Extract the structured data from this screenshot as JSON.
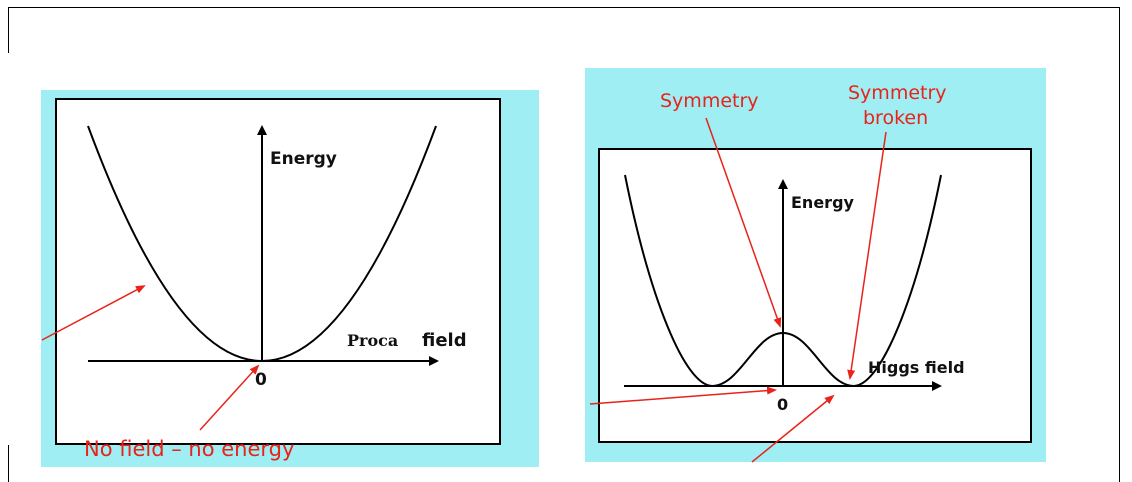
{
  "colors": {
    "panel_background": "#9eeef3",
    "plot_background": "#ffffff",
    "curve": "#000000",
    "annotation": "#e8231a"
  },
  "left_panel": {
    "energy_label": "Energy",
    "field_label_prefix": "Proca",
    "field_label_suffix": "field",
    "origin_label": "0",
    "caption": "No field – no energy"
  },
  "right_panel": {
    "energy_label": "Energy",
    "field_label": "Higgs field",
    "origin_label": "0",
    "symmetry_label": "Symmetry",
    "symmetry_broken_line1": "Symmetry",
    "symmetry_broken_line2": "broken"
  }
}
